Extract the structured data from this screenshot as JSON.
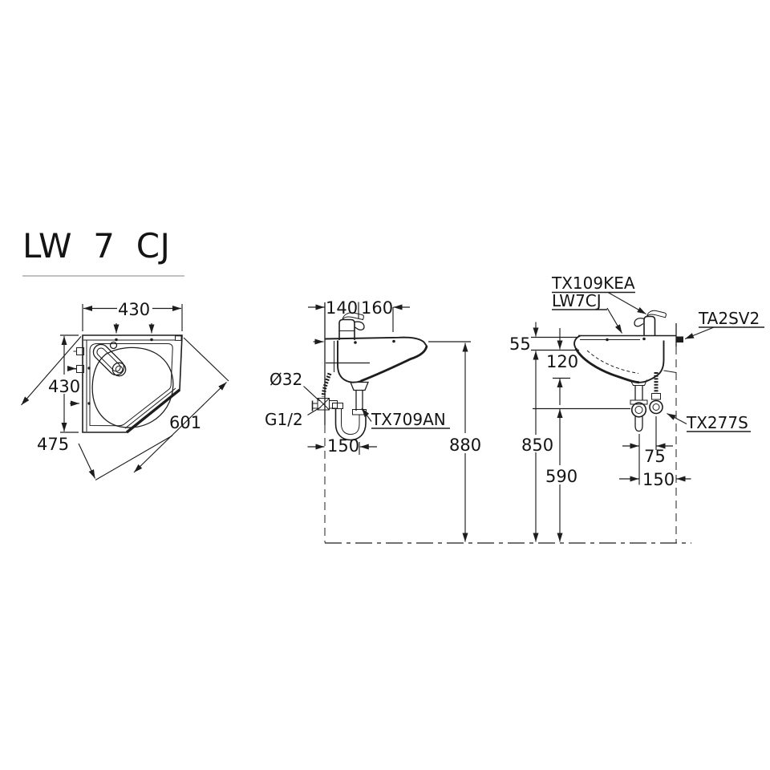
{
  "title": "LW 7 CJ",
  "plan_view": {
    "dim_width": "430",
    "dim_depth": "430",
    "dim_front_edge": "601",
    "dim_corner_diagonal": "475"
  },
  "front_view": {
    "dim_faucet_center": "140",
    "dim_spout_reach": "160",
    "dim_trap_offset": "150",
    "dim_rim_height": "880",
    "label_waste_diameter": "Ø32",
    "label_supply_thread": "G1/2",
    "label_trap_model": "TX709AN"
  },
  "side_view": {
    "dim_rim_thickness": "55",
    "dim_bowl_depth": "120",
    "dim_rim_height": "850",
    "dim_outlet_height": "590",
    "dim_supply_spacing": "75",
    "dim_drain_spacing": "150",
    "label_faucet_model": "TX109KEA",
    "label_basin_model": "LW7CJ",
    "label_bracket_model": "TA2SV2",
    "label_stop_valve_model": "TX277S"
  },
  "colors": {
    "line": "#1d1d1d",
    "background": "#ffffff",
    "rule": "#9a9a9a"
  }
}
